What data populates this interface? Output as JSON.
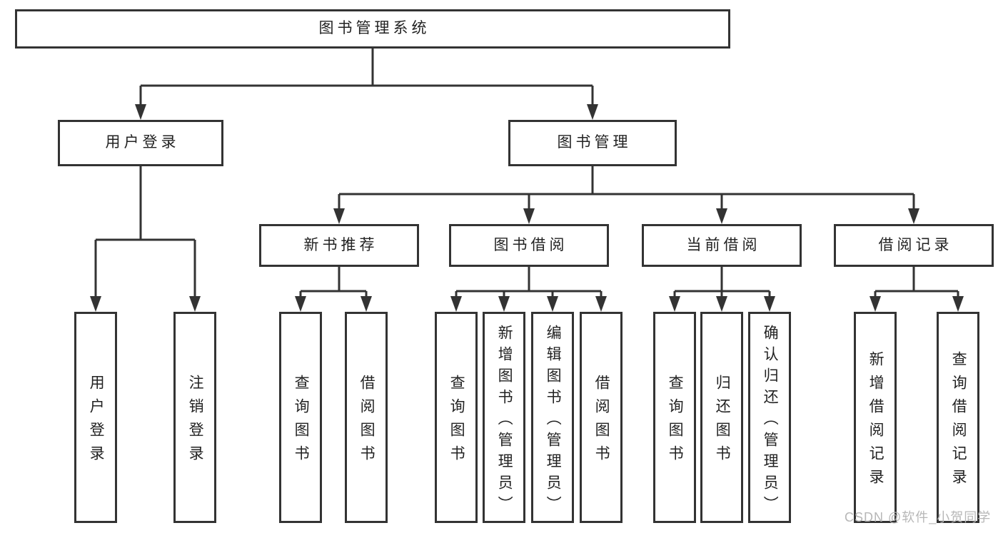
{
  "colors": {
    "line": "#333333",
    "text": "#222222",
    "watermark": "#b7b7b7",
    "background": "#ffffff"
  },
  "watermark": {
    "text": "CSDN @软件_小贺同学"
  },
  "tree": {
    "root": {
      "label": "图书管理系统"
    },
    "branches": [
      {
        "label": "用户登录",
        "children": [
          {
            "label": "用户登录"
          },
          {
            "label": "注销登录"
          }
        ]
      },
      {
        "label": "图书管理",
        "sections": [
          {
            "label": "新书推荐",
            "children": [
              {
                "label": "查询图书"
              },
              {
                "label": "借阅图书"
              }
            ]
          },
          {
            "label": "图书借阅",
            "children": [
              {
                "label": "查询图书"
              },
              {
                "label": "新增图书（管理员）"
              },
              {
                "label": "编辑图书（管理员）"
              },
              {
                "label": "借阅图书"
              }
            ]
          },
          {
            "label": "当前借阅",
            "children": [
              {
                "label": "查询图书"
              },
              {
                "label": "归还图书"
              },
              {
                "label": "确认归还（管理员）"
              }
            ]
          },
          {
            "label": "借阅记录",
            "children": [
              {
                "label": "新增借阅记录"
              },
              {
                "label": "查询借阅记录"
              }
            ]
          }
        ]
      }
    ]
  }
}
